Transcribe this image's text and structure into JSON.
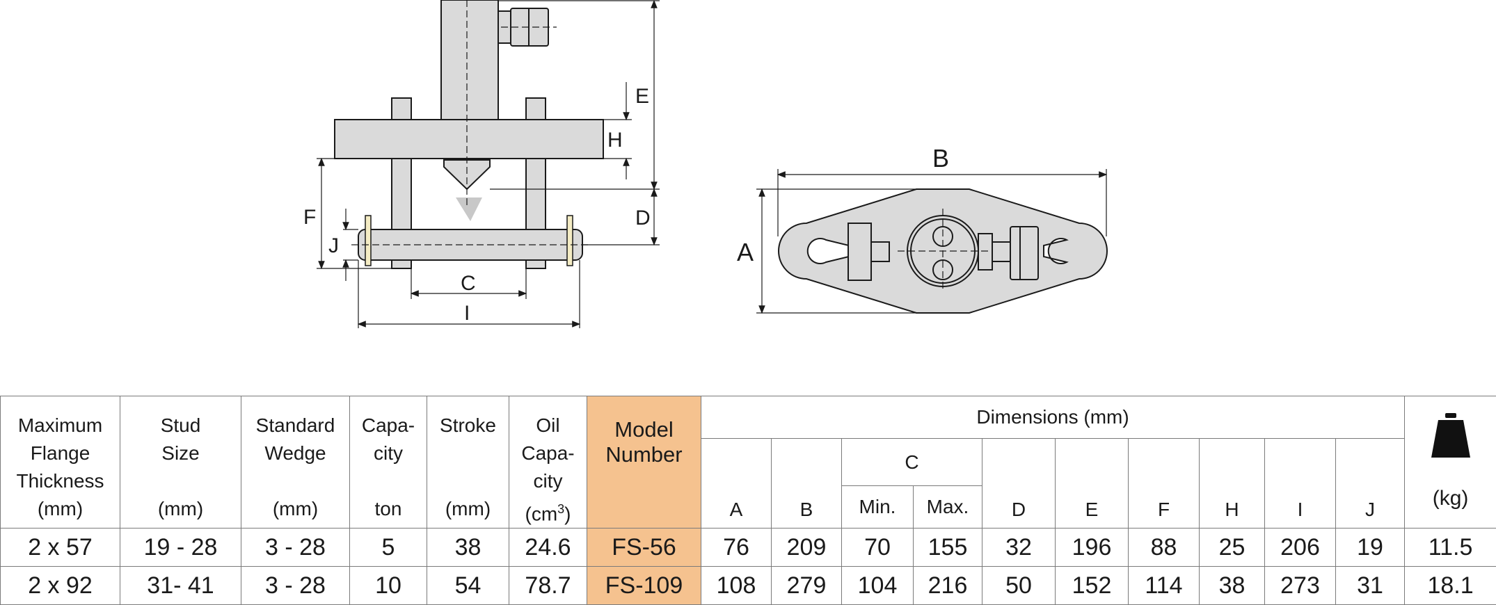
{
  "drawing": {
    "side_view_labels": {
      "E": "E",
      "H": "H",
      "D": "D",
      "F": "F",
      "J": "J",
      "C": "C",
      "I": "I"
    },
    "top_view_labels": {
      "B": "B",
      "A": "A"
    }
  },
  "table": {
    "headers": {
      "flange": {
        "lines": [
          "Maximum",
          "Flange",
          "Thickness"
        ],
        "unit": "(mm)"
      },
      "stud": {
        "lines": [
          "Stud",
          "Size"
        ],
        "unit": "(mm)"
      },
      "wedge": {
        "lines": [
          "Standard",
          "Wedge"
        ],
        "unit": "(mm)"
      },
      "capacity": {
        "lines": [
          "Capa-",
          "city"
        ],
        "unit": "ton"
      },
      "stroke": {
        "lines": [
          "Stroke"
        ],
        "unit": "(mm)"
      },
      "oil": {
        "lines": [
          "Oil",
          "Capa-",
          "city"
        ],
        "unit_prefix": "(cm",
        "unit_sup": "3",
        "unit_suffix": ")"
      },
      "model": {
        "lines": [
          "Model",
          "Number"
        ]
      },
      "dimensions": "Dimensions (mm)",
      "dims": {
        "A": "A",
        "B": "B",
        "C": "C",
        "C_min": "Min.",
        "C_max": "Max.",
        "D": "D",
        "E": "E",
        "F": "F",
        "H": "H",
        "I": "I",
        "J": "J"
      },
      "weight_icon": "weight-icon",
      "weight_unit": "(kg)"
    },
    "rows": [
      {
        "flange": "2 x 57",
        "stud": "19 - 28",
        "wedge": "3 - 28",
        "capacity": "5",
        "stroke": "38",
        "oil": "24.6",
        "model": "FS-56",
        "A": "76",
        "B": "209",
        "C_min": "70",
        "C_max": "155",
        "D": "32",
        "E": "196",
        "F": "88",
        "H": "25",
        "I": "206",
        "J": "19",
        "weight": "11.5"
      },
      {
        "flange": "2 x 92",
        "stud": "31- 41",
        "wedge": "3 - 28",
        "capacity": "10",
        "stroke": "54",
        "oil": "78.7",
        "model": "FS-109",
        "A": "108",
        "B": "279",
        "C_min": "104",
        "C_max": "216",
        "D": "50",
        "E": "152",
        "F": "114",
        "H": "38",
        "I": "273",
        "J": "31",
        "weight": "18.1"
      }
    ]
  },
  "colors": {
    "model_highlight": "#f5c28f",
    "part_fill": "#dadada",
    "line": "#1a1a1a"
  }
}
